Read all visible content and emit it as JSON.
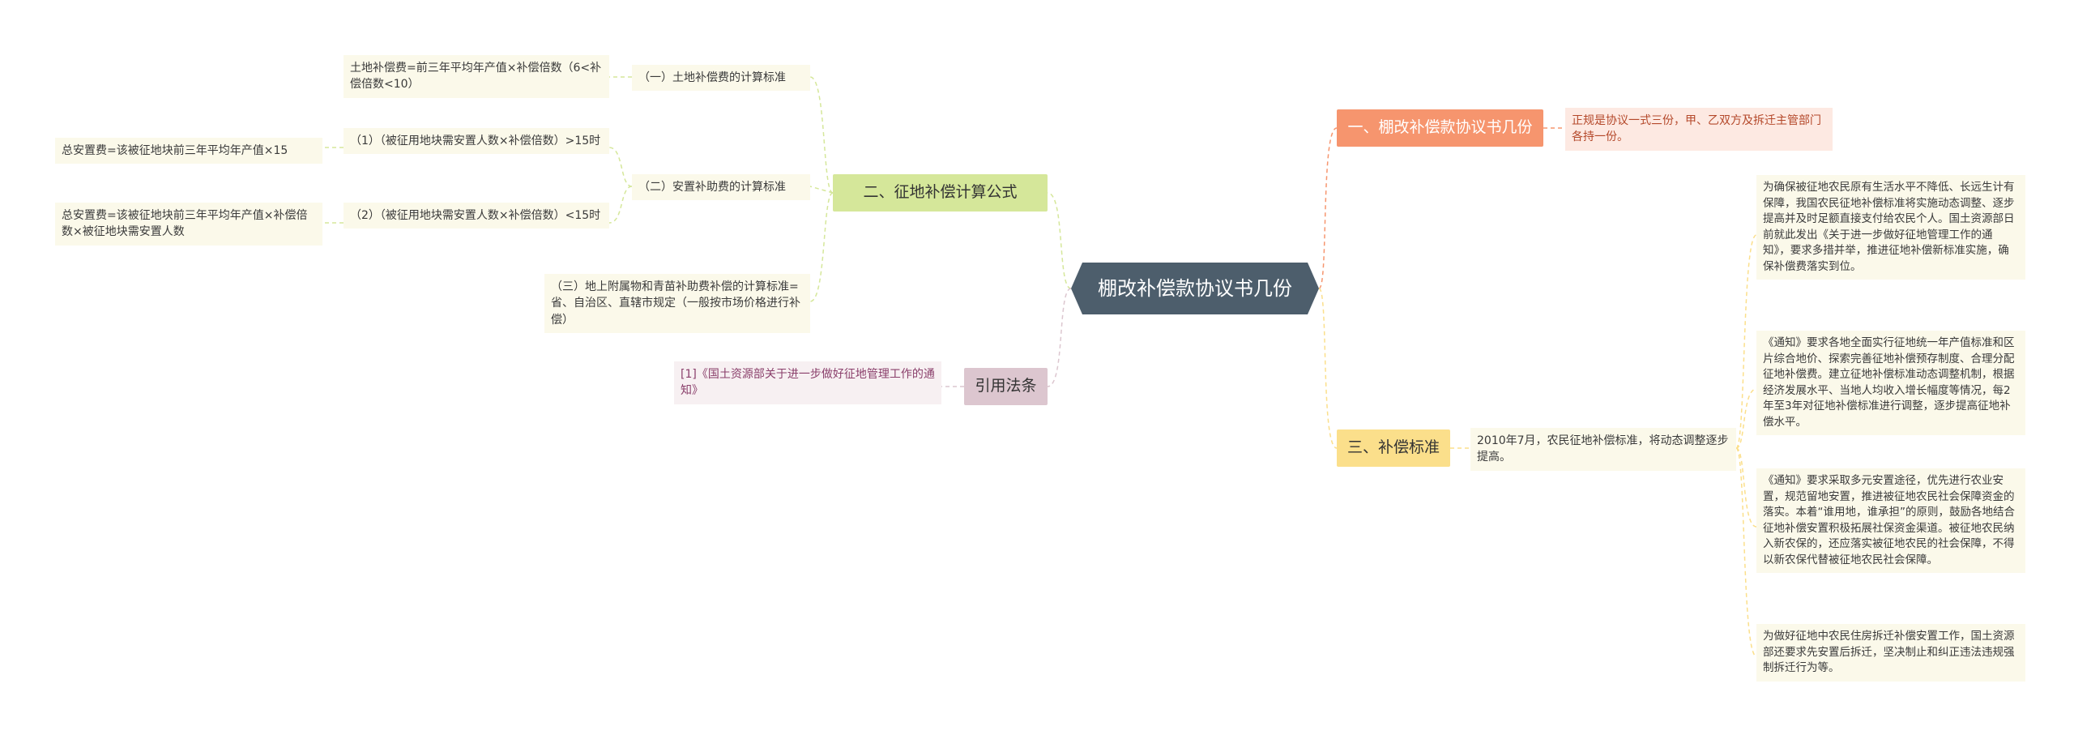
{
  "root": {
    "title": "棚改补偿款协议书几份"
  },
  "branch1": {
    "label": "一、棚改补偿款协议书几份",
    "detail": "正规是协议一式三份，甲、乙双方及拆迁主管部门各持一份。"
  },
  "branch2": {
    "label": "二、征地补偿计算公式",
    "land": {
      "label": "（一）土地补偿费的计算标准",
      "formula": "土地补偿费=前三年平均年产值×补偿倍数（6<补偿倍数<10）"
    },
    "resettle": {
      "label": "（二）安置补助费的计算标准",
      "item1": "（1）（被征用地块需安置人数×补偿倍数）>15时",
      "item1_detail": "总安置费=该被征地块前三年平均年产值×15",
      "item2": "（2）（被征用地块需安置人数×补偿倍数）<15时",
      "item2_detail": "总安置费=该被征地块前三年平均年产值×补偿倍数×被征地块需安置人数"
    },
    "attachments": "（三）地上附属物和青苗补助费补偿的计算标准=省、自治区、直辖市规定（一般按市场价格进行补偿）"
  },
  "branch3": {
    "label": "三、补偿标准",
    "summary": "2010年7月，农民征地补偿标准，将动态调整逐步提高。",
    "notes": [
      "为确保被征地农民原有生活水平不降低、长远生计有保障，我国农民征地补偿标准将实施动态调整、逐步提高并及时足额直接支付给农民个人。国土资源部日前就此发出《关于进一步做好征地管理工作的通知》，要求多措并举，推进征地补偿新标准实施，确保补偿费落实到位。",
      "《通知》要求各地全面实行征地统一年产值标准和区片综合地价、探索完善征地补偿预存制度、合理分配征地补偿费。建立征地补偿标准动态调整机制，根据经济发展水平、当地人均收入增长幅度等情况，每2年至3年对征地补偿标准进行调整，逐步提高征地补偿水平。",
      "《通知》要求采取多元安置途径，优先进行农业安置，规范留地安置，推进被征地农民社会保障资金的落实。本着“谁用地，谁承担”的原则，鼓励各地结合征地补偿安置积极拓展社保资金渠道。被征地农民纳入新农保的，还应落实被征地农民的社会保障，不得以新农保代替被征地农民社会保障。",
      "为做好征地中农民住房拆迁补偿安置工作，国土资源部还要求先安置后拆迁，坚决制止和纠正违法违规强制拆迁行为等。"
    ]
  },
  "branch4": {
    "label": "引用法条",
    "ref": "[1]《国土资源部关于进一步做好征地管理工作的通知》"
  },
  "colors": {
    "root": "#4d5e6c",
    "orange": "#f6956e",
    "green": "#d5e79a",
    "yellow": "#fbdf8b",
    "pink": "#dcc6cf",
    "leaf": "#fbf9ea"
  }
}
